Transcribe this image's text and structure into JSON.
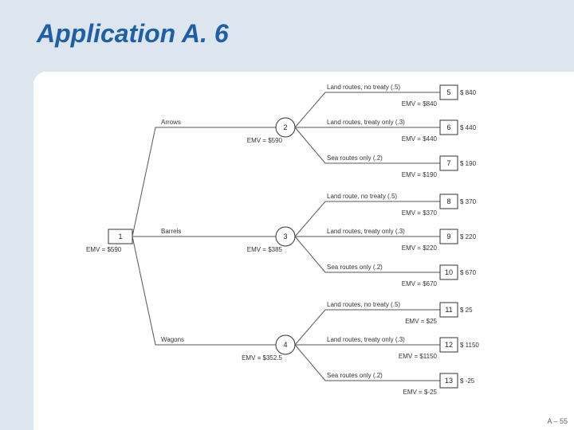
{
  "title": "Application A. 6",
  "page_number": "A – 55",
  "tree": {
    "root": {
      "id": "1",
      "emv": "EMV = $590"
    },
    "chance": [
      {
        "id": "2",
        "branch": "Arrows",
        "emv": "EMV = $590",
        "outcomes": [
          {
            "label": "Land routes, no treaty (.5)",
            "id": "5",
            "payoff": "$ 840",
            "emv": "EMV = $840"
          },
          {
            "label": "Land routes, treaty only (.3)",
            "id": "6",
            "payoff": "$ 440",
            "emv": "EMV = $440"
          },
          {
            "label": "Sea routes only (.2)",
            "id": "7",
            "payoff": "$ 190",
            "emv": "EMV = $190"
          }
        ]
      },
      {
        "id": "3",
        "branch": "Barrels",
        "emv": "EMV = $385",
        "outcomes": [
          {
            "label": "Land route, no treaty (.5)",
            "id": "8",
            "payoff": "$ 370",
            "emv": "EMV = $370"
          },
          {
            "label": "Land routes, treaty only (.3)",
            "id": "9",
            "payoff": "$ 220",
            "emv": "EMV = $220"
          },
          {
            "label": "Sea routes only (.2)",
            "id": "10",
            "payoff": "$ 670",
            "emv": "EMV = $670"
          }
        ]
      },
      {
        "id": "4",
        "branch": "Wagons",
        "emv": "EMV = $352.5",
        "outcomes": [
          {
            "label": "Land routes, no treaty (.5)",
            "id": "11",
            "payoff": "$ 25",
            "emv": "EMV = $25"
          },
          {
            "label": "Land routes, treaty only (.3)",
            "id": "12",
            "payoff": "$ 1150",
            "emv": "EMV = $1150"
          },
          {
            "label": "Sea routes only (.2)",
            "id": "13",
            "payoff": "$ -25",
            "emv": "EMV = $-25"
          }
        ]
      }
    ]
  }
}
